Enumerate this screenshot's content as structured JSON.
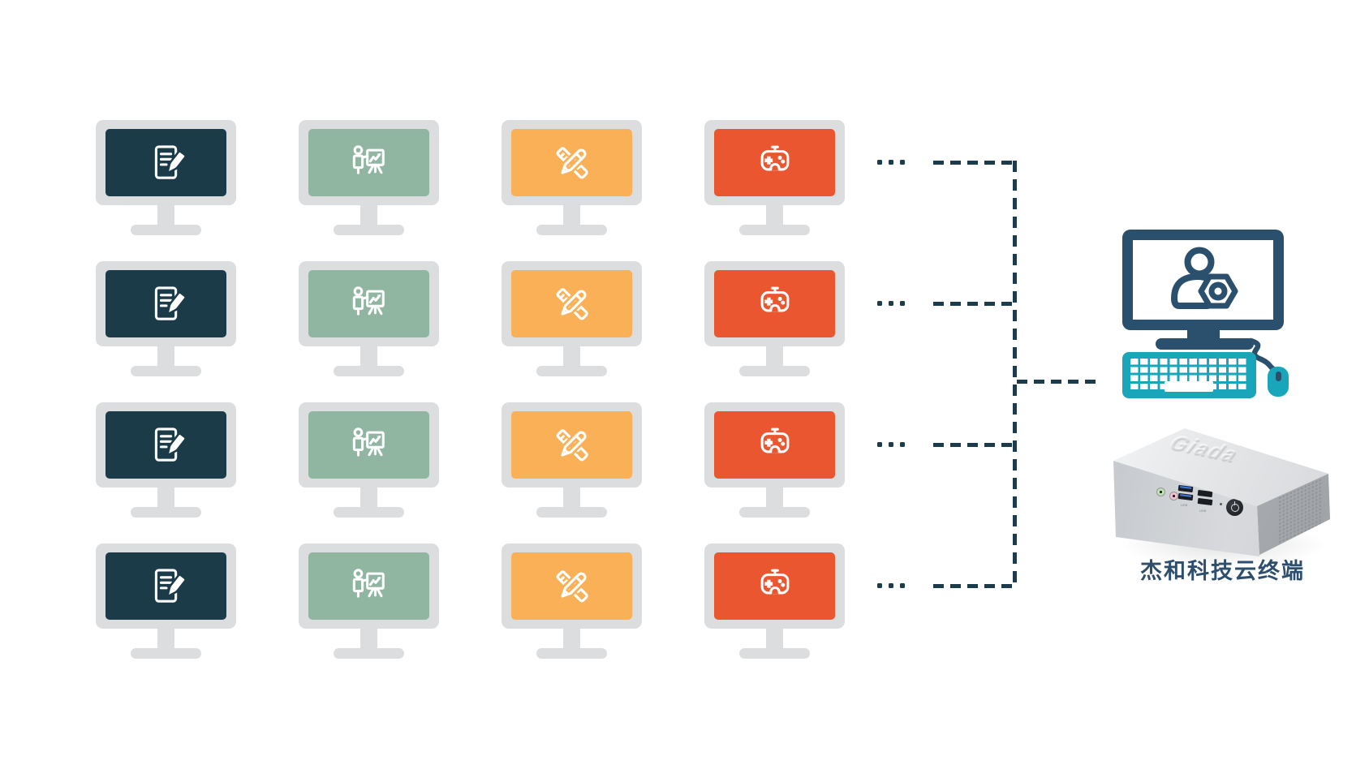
{
  "meta": {
    "page_bg": "#ffffff"
  },
  "colors": {
    "page_bg": "#ffffff",
    "frame_gray": "#dcddde",
    "docs_screen": "#1b3b49",
    "present_screen": "#90b6a2",
    "design_screen": "#f9b056",
    "game_screen": "#e9562f",
    "connector_navy": "#1d3c4b",
    "illus_navy": "#2b506e",
    "teal": "#19a6ba",
    "label_navy": "#2d4e6c",
    "usb_blue": "#3f79e0"
  },
  "grid": {
    "rows": 4,
    "ellipsis": "...",
    "columns": [
      {
        "id": "office-docs",
        "icon": "document-edit-icon"
      },
      {
        "id": "presentation",
        "icon": "presentation-chart-icon"
      },
      {
        "id": "design",
        "icon": "ruler-pencil-icon"
      },
      {
        "id": "gaming",
        "icon": "gamepad-icon"
      }
    ]
  },
  "admin_station": {
    "icon": "user-gear-icon"
  },
  "terminal": {
    "label": "杰和科技云终端",
    "device_logo": "Giada",
    "usb_label": "USB"
  }
}
